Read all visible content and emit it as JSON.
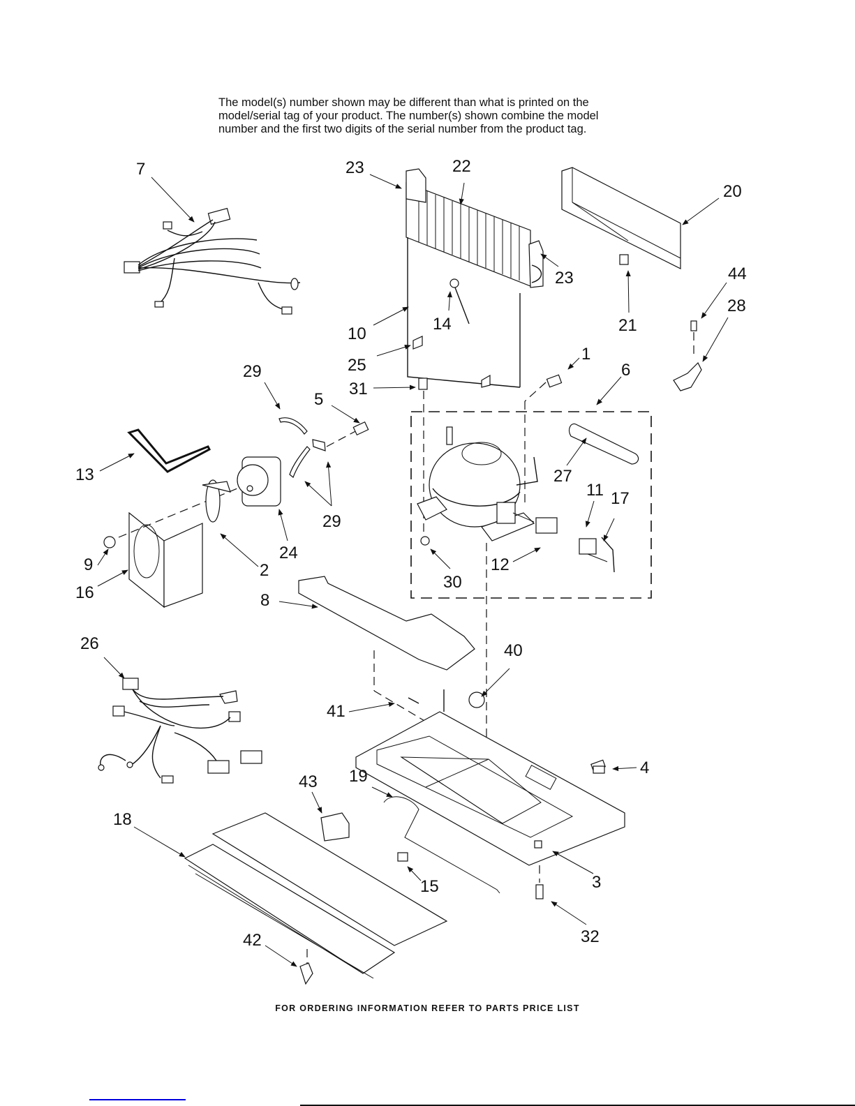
{
  "page": {
    "intro_lines": [
      "The model(s) number shown may be different than what is printed on the",
      "model/serial tag of your product. The number(s) shown combine the model",
      "number and the first two digits of the serial number from the product tag."
    ],
    "footer": "FOR ORDERING INFORMATION REFER TO PARTS PRICE LIST"
  },
  "callouts": {
    "c7": "7",
    "c23a": "23",
    "c22": "22",
    "c20": "20",
    "c23b": "23",
    "c44": "44",
    "c28": "28",
    "c21": "21",
    "c10": "10",
    "c14": "14",
    "c25": "25",
    "c1": "1",
    "c6": "6",
    "c29a": "29",
    "c31": "31",
    "c5": "5",
    "c13": "13",
    "c27": "27",
    "c11": "11",
    "c17": "17",
    "c29b": "29",
    "c24": "24",
    "c9": "9",
    "c2": "2",
    "c16": "16",
    "c30": "30",
    "c12": "12",
    "c8": "8",
    "c26": "26",
    "c40": "40",
    "c41": "41",
    "c4": "4",
    "c19": "19",
    "c43": "43",
    "c18": "18",
    "c3": "3",
    "c15": "15",
    "c32": "32",
    "c42": "42"
  }
}
